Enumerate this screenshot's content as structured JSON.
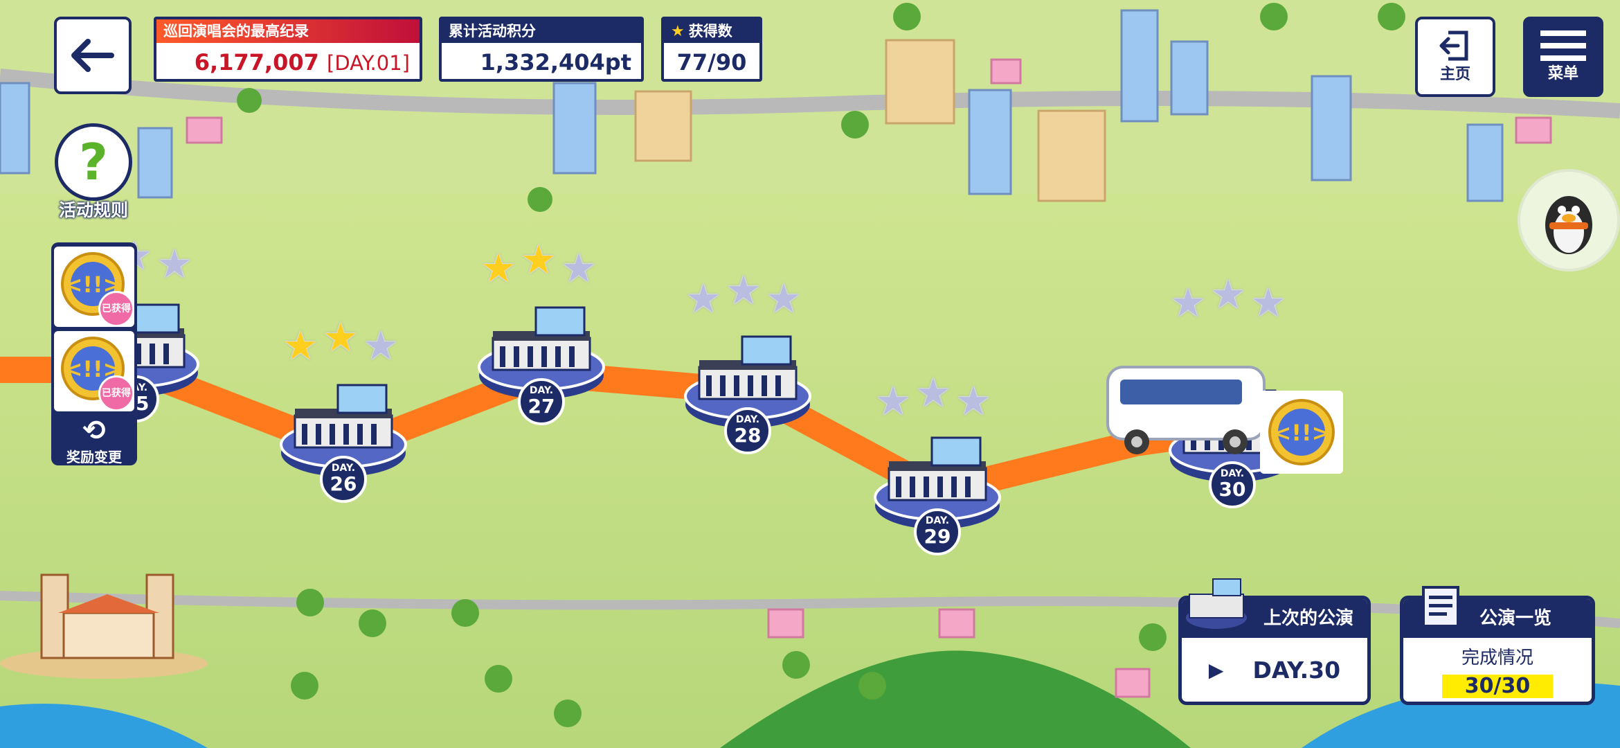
{
  "header": {
    "back_icon": "arrow-left-icon",
    "record": {
      "label": "巡回演唱会的最高纪录",
      "value": "6,177,007",
      "day": "[DAY.01]"
    },
    "points": {
      "label": "累计活动积分",
      "value": "1,332,404pt"
    },
    "stars": {
      "label": "获得数",
      "value": "77/90"
    },
    "home": {
      "label": "主页",
      "icon": "exit-icon"
    },
    "menu": {
      "label": "菜单",
      "icon": "hamburger-icon"
    }
  },
  "rules": {
    "label": "活动规则",
    "icon": "question-mark-icon",
    "glyph": "?"
  },
  "reward_panel": {
    "stamp_text": "已获得",
    "change_label": "奖励变更"
  },
  "stages": [
    {
      "label": "DAY.",
      "number": "25",
      "stars": 3,
      "earned": 0
    },
    {
      "label": "DAY.",
      "number": "26",
      "stars": 3,
      "earned": 2
    },
    {
      "label": "DAY.",
      "number": "27",
      "stars": 3,
      "earned": 2
    },
    {
      "label": "DAY.",
      "number": "28",
      "stars": 3,
      "earned": 0
    },
    {
      "label": "DAY.",
      "number": "29",
      "stars": 3,
      "earned": 0
    },
    {
      "label": "DAY.",
      "number": "30",
      "stars": 3,
      "earned": 0
    }
  ],
  "last_show": {
    "label": "上次的公演",
    "value": "DAY.30"
  },
  "show_list": {
    "label": "公演一览",
    "sub": "完成情况",
    "progress": "30/30"
  },
  "colors": {
    "navy": "#1c2a66",
    "route": "#ff7a1c",
    "grass": "#bcd97c",
    "star_gold": "#ffcf1f",
    "star_empty": "#b9bde0",
    "progress": "#ffec00"
  }
}
